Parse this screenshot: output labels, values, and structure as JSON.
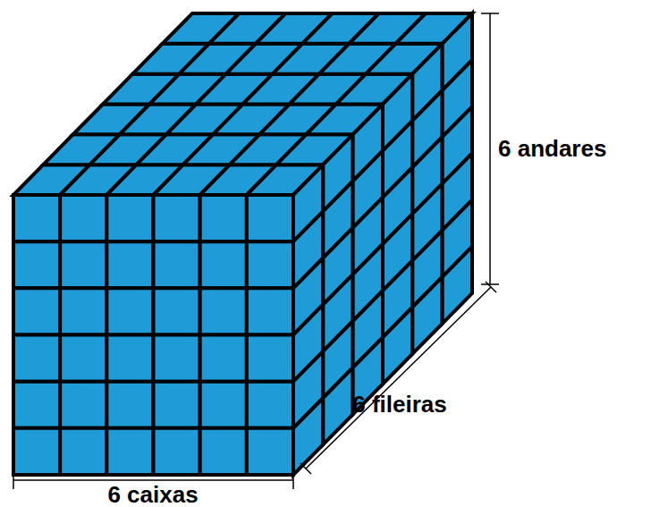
{
  "diagram": {
    "labels": [
      "6 andares",
      "6 fileiras",
      "6 caixas"
    ]
  }
}
